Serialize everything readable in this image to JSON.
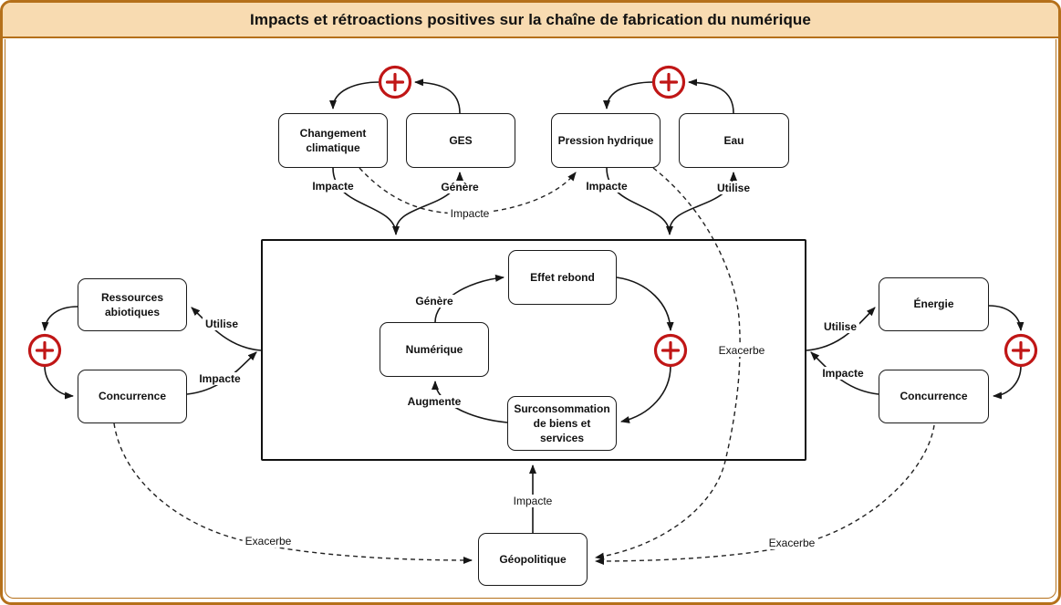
{
  "title": "Impacts et rétroactions positives sur la chaîne de fabrication du numérique",
  "colors": {
    "frame": "#B5701A",
    "title_bg": "#F8DBB1",
    "loop_red": "#C01616",
    "line": "#161616"
  },
  "icons": {
    "positive_feedback_symbol": "+"
  },
  "nodes": {
    "changement_climatique": {
      "lines": [
        "Changement",
        "climatique"
      ]
    },
    "ges": {
      "label": "GES"
    },
    "pression_hydrique": {
      "label": "Pression hydrique"
    },
    "eau": {
      "label": "Eau"
    },
    "ressources_abiotiques": {
      "lines": [
        "Ressources",
        "abiotiques"
      ]
    },
    "concurrence_left": {
      "label": "Concurrence"
    },
    "energie": {
      "label": "Énergie"
    },
    "concurrence_right": {
      "label": "Concurrence"
    },
    "effet_rebond": {
      "label": "Effet rebond"
    },
    "numerique": {
      "label": "Numérique"
    },
    "surconsommation": {
      "lines": [
        "Surconsommation",
        "de biens et services"
      ]
    },
    "geopolitique": {
      "label": "Géopolitique"
    }
  },
  "edge_labels": {
    "cc_to_box": "Impacte",
    "box_to_ges": "Génère",
    "ph_to_box": "Impacte",
    "box_to_eau": "Utilise",
    "box_to_ra": "Utilise",
    "col_to_box": "Impacte",
    "box_to_energie": "Utilise",
    "cor_to_box": "Impacte",
    "nu_to_er": "Génère",
    "su_to_nu": "Augmente",
    "cc_to_ph": "Impacte",
    "ph_to_geo": "Exacerbe",
    "geo_to_box": "Impacte",
    "col_to_geo": "Exacerbe",
    "cor_to_geo": "Exacerbe"
  }
}
